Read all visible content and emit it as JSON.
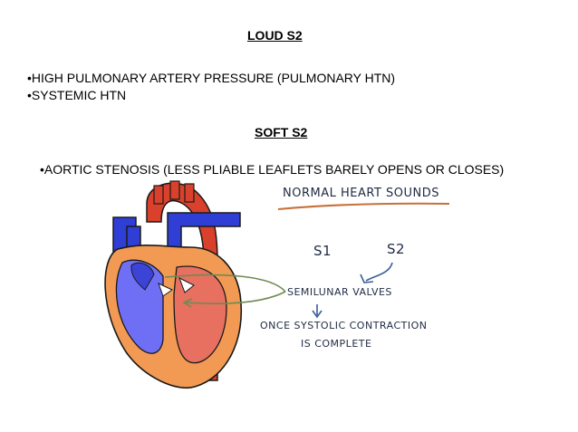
{
  "loud": {
    "heading": "LOUD S2",
    "bullets": [
      "•HIGH PULMONARY ARTERY PRESSURE (PULMONARY HTN)",
      "•SYSTEMIC HTN"
    ]
  },
  "soft": {
    "heading": "SOFT S2",
    "bullets": [
      "•AORTIC STENOSIS (LESS PLIABLE LEAFLETS BARELY OPENS OR CLOSES)"
    ]
  },
  "drawing": {
    "title": "NORMAL HEART SOUNDS",
    "s1": "S1",
    "s2": "S2",
    "valves": "SEMILUNAR VALVES",
    "note_line1": "ONCE SYSTOLIC CONTRACTION",
    "note_line2": "IS COMPLETE"
  },
  "colors": {
    "underline": "#c8703a",
    "pointer": "#6f8a52",
    "arrow": "#3b5f9a"
  }
}
